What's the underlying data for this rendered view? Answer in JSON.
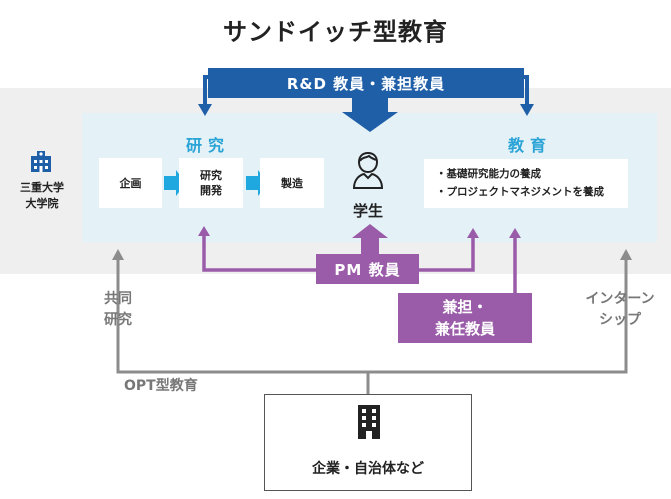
{
  "title": "サンドイッチ型教育",
  "university": {
    "line1": "三重大学",
    "line2": "大学院"
  },
  "rd_faculty": "R&D 教員・兼担教員",
  "research": {
    "label": "研究",
    "steps": [
      "企画",
      "研究\n開発",
      "製造"
    ]
  },
  "education": {
    "label": "教育",
    "items": [
      "・基礎研究能力の養成",
      "・プロジェクトマネジメントを養成"
    ]
  },
  "student": "学生",
  "pm_faculty": "PM 教員",
  "concurrent_faculty": "兼担・\n兼任教員",
  "joint_research": "共同\n研究",
  "internship": "インターン\nシップ",
  "opt_label": "OPT型教育",
  "company": "企業・自治体など",
  "colors": {
    "rd_blue": "#1f5fa8",
    "purple": "#9a5ba8",
    "cyan_arrow": "#1fa7df",
    "gray_line": "#8c8c8c",
    "panel_bg": "#e4f2f8",
    "band_bg": "#efefef"
  },
  "icons": [
    "school-building-icon",
    "person-icon",
    "office-building-icon"
  ]
}
